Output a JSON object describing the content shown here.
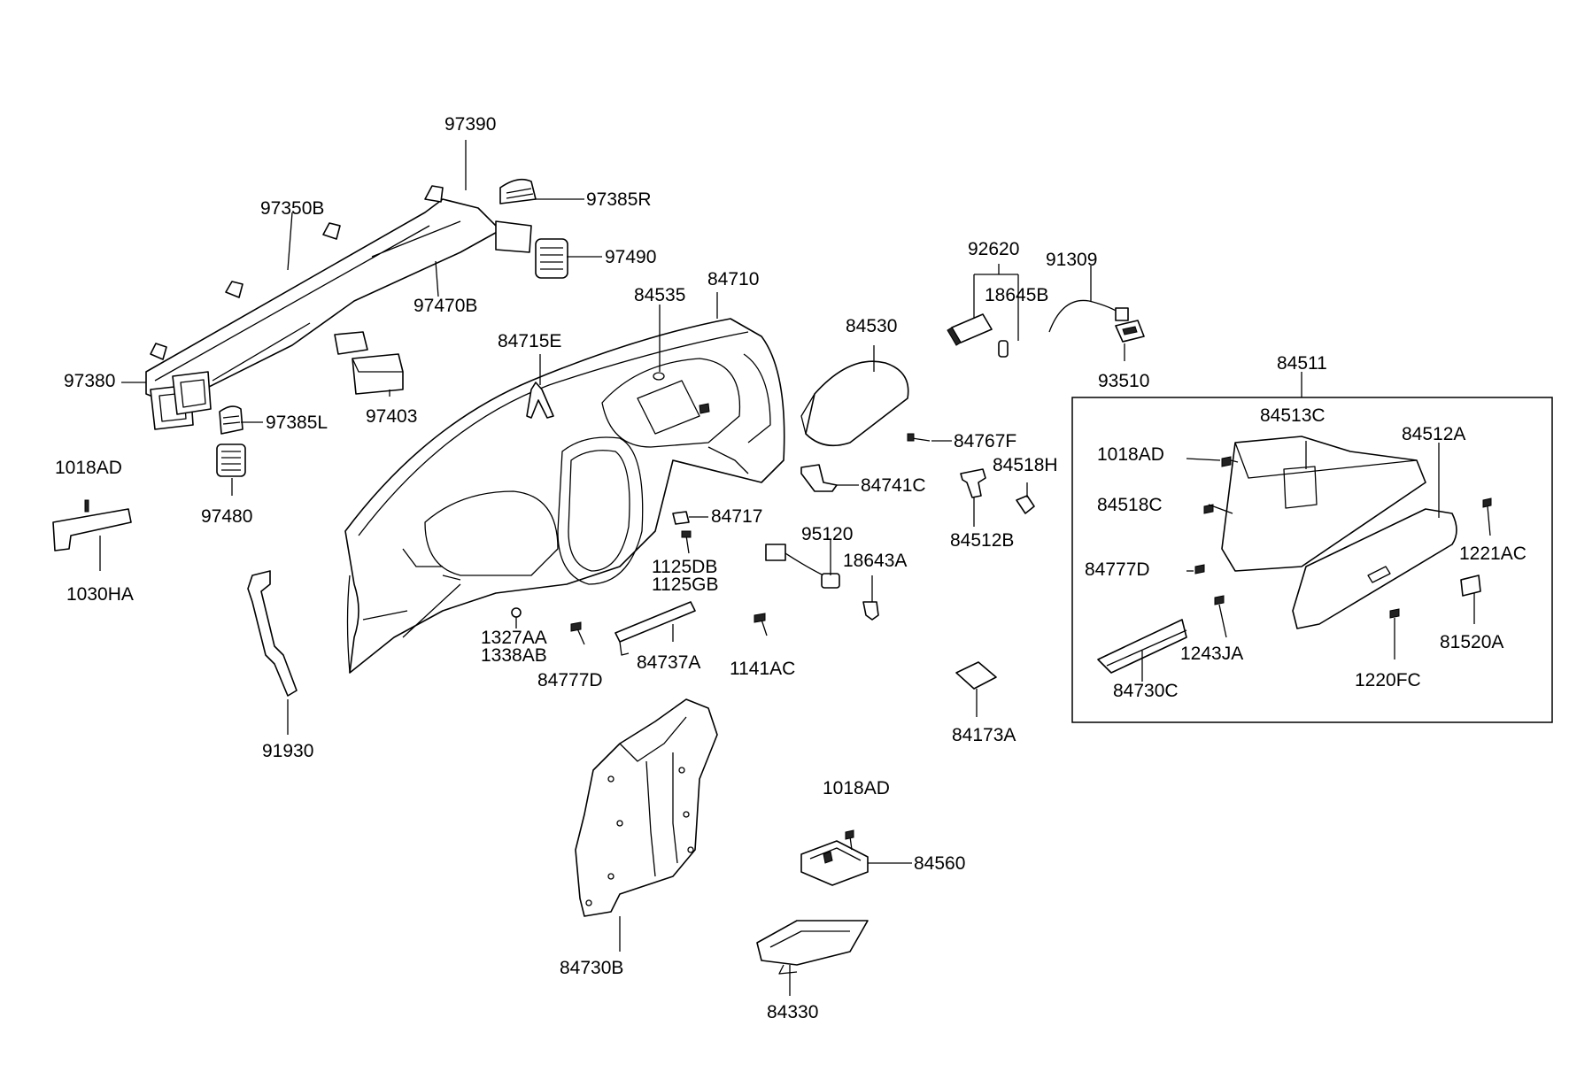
{
  "labels": {
    "p97390": "97390",
    "p97385R": "97385R",
    "p97350B": "97350B",
    "p97490": "97490",
    "p97470B": "97470B",
    "p84710": "84710",
    "p92620": "92620",
    "p91309": "91309",
    "p18645B": "18645B",
    "p84535": "84535",
    "p84530": "84530",
    "p93510": "93510",
    "p84715E": "84715E",
    "p84511": "84511",
    "p97380": "97380",
    "p97403": "97403",
    "p97385L": "97385L",
    "p84513C": "84513C",
    "p84512A": "84512A",
    "p84767F": "84767F",
    "p1018AD_a": "1018AD",
    "p1018AD_b": "1018AD",
    "p1018AD_c": "1018AD",
    "p84518H": "84518H",
    "p84741C": "84741C",
    "p97480": "97480",
    "p84518C": "84518C",
    "p84717": "84717",
    "p84512B": "84512B",
    "p95120": "95120",
    "p1221AC": "1221AC",
    "p18643A": "18643A",
    "p1125DB": "1125DB",
    "p1125GB": "1125GB",
    "p84777D_a": "84777D",
    "p84777D_b": "84777D",
    "p1030HA": "1030HA",
    "p1243JA": "1243JA",
    "p81520A": "81520A",
    "p1327AA": "1327AA",
    "p1338AB": "1338AB",
    "p84737A": "84737A",
    "p1141AC": "1141AC",
    "p1220FC": "1220FC",
    "p84730C": "84730C",
    "p84173A": "84173A",
    "p91930": "91930",
    "p84560": "84560",
    "p84730B": "84730B",
    "p84330": "84330"
  }
}
